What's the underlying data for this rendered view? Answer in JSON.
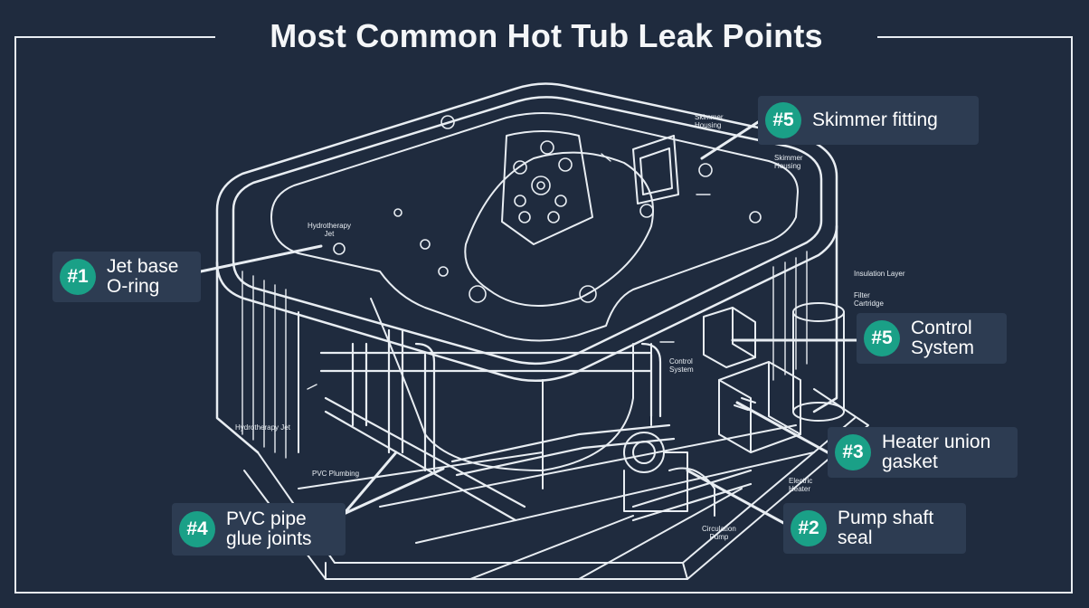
{
  "title": "Most Common Hot Tub Leak Points",
  "colors": {
    "background": "#1f2b3e",
    "callout_bg": "#2d3c52",
    "badge": "#1aa087",
    "line": "#e8edf2"
  },
  "callouts": [
    {
      "badge": "#1",
      "label": "Jet base\nO-ring"
    },
    {
      "badge": "#5",
      "label": "Skimmer fitting"
    },
    {
      "badge": "#5",
      "label": "Control\nSystem"
    },
    {
      "badge": "#3",
      "label": "Heater union\ngasket"
    },
    {
      "badge": "#2",
      "label": "Pump shaft\nseal"
    },
    {
      "badge": "#4",
      "label": "PVC pipe\nglue joints"
    }
  ],
  "component_labels": [
    "Skimmer\nHousing",
    "Skimmer\nHousing",
    "Hydrotherapy\nJet",
    "Insulation Layer",
    "Filter\nCartridge",
    "Control\nSystem",
    "Hydrotherapy Jet",
    "PVC Plumbing",
    "Electric\nHeater",
    "Circulation\nPump"
  ]
}
